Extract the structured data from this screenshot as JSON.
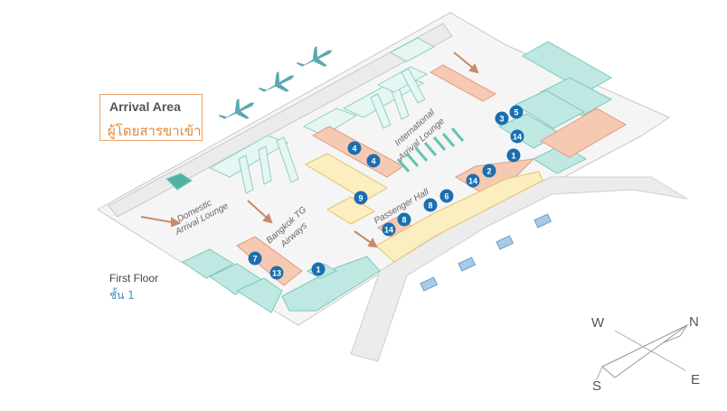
{
  "header": {
    "title_en": "Arrival Area",
    "title_th": "ผู้โดยสารขาเข้า"
  },
  "floor": {
    "label_en": "First Floor",
    "label_th": "ชั้น 1"
  },
  "zones": {
    "domestic": "Domestic",
    "domestic_sub": "Arrival Lounge",
    "international": "International",
    "international_sub": "Arrival Lounge",
    "bangkok": "Bangkok TG",
    "bangkok_sub": "Airways",
    "passenger": "Passenger Hall"
  },
  "markers": [
    {
      "id": "m-4a",
      "number": "4"
    },
    {
      "id": "m-4b",
      "number": "4"
    },
    {
      "id": "m-9",
      "number": "9"
    },
    {
      "id": "m-3",
      "number": "3"
    },
    {
      "id": "m-5",
      "number": "5"
    },
    {
      "id": "m-14a",
      "number": "14"
    },
    {
      "id": "m-1a",
      "number": "1"
    },
    {
      "id": "m-2",
      "number": "2"
    },
    {
      "id": "m-14b",
      "number": "14"
    },
    {
      "id": "m-6",
      "number": "6"
    },
    {
      "id": "m-8a",
      "number": "8"
    },
    {
      "id": "m-8b",
      "number": "8"
    },
    {
      "id": "m-14c",
      "number": "14"
    },
    {
      "id": "m-7",
      "number": "7"
    },
    {
      "id": "m-13",
      "number": "13"
    },
    {
      "id": "m-1b",
      "number": "1"
    }
  ],
  "compass": {
    "n": "N",
    "s": "S",
    "e": "E",
    "w": "W"
  },
  "colors": {
    "teal": "#bfe8e2",
    "teal_edge": "#7cc9bd",
    "salmon": "#f6c9b3",
    "yellow": "#fbeec0",
    "marker": "#1a6fb0",
    "plane": "#5aa8b0",
    "arrow": "#c88a6a"
  }
}
